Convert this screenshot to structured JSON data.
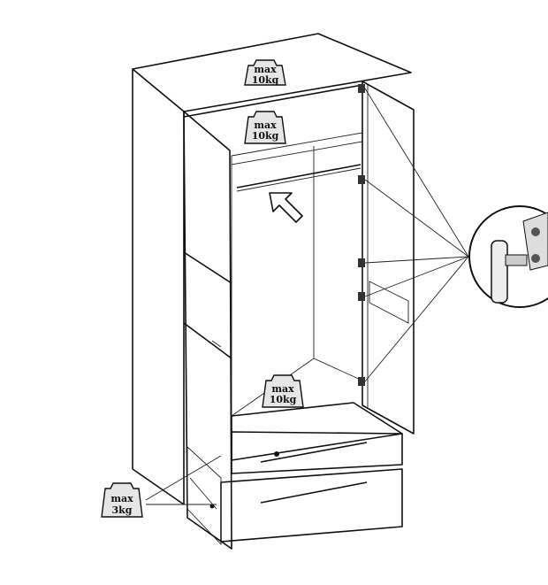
{
  "weight_labels": {
    "top": {
      "line1": "max",
      "line2": "10kg"
    },
    "shelf": {
      "line1": "max",
      "line2": "10kg"
    },
    "bottom": {
      "line1": "max",
      "line2": "10kg"
    },
    "drawer": {
      "line1": "max",
      "line2": "3kg"
    }
  }
}
